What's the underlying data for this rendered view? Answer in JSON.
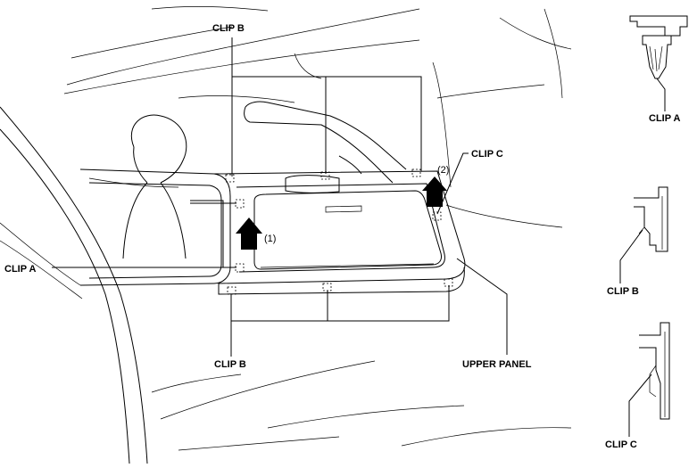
{
  "labels": {
    "clip_b_top": "CLIP B",
    "clip_a_left": "CLIP A",
    "clip_b_bottom": "CLIP B",
    "clip_c_right": "CLIP C",
    "upper_panel": "UPPER PANEL",
    "step_1": "(1)",
    "step_2": "(2)"
  },
  "details": {
    "clip_a": "CLIP A",
    "clip_b": "CLIP B",
    "clip_c": "CLIP C"
  }
}
